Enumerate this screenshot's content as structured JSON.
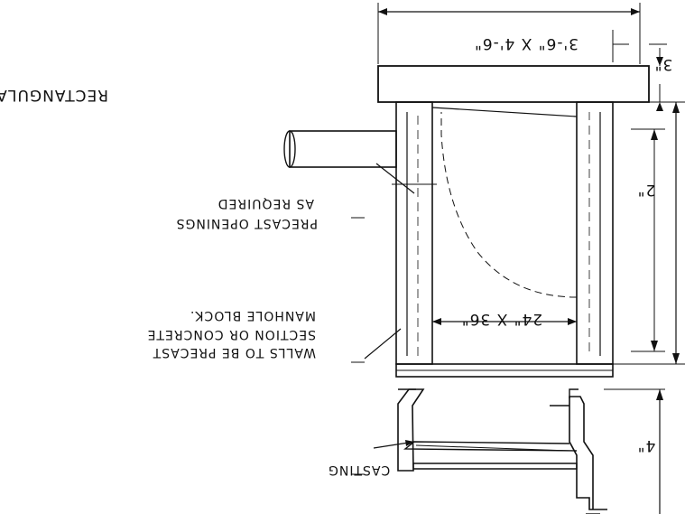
{
  "title": "RECTANGULAR",
  "dimensions": {
    "top_width": "3'-6\" X 4'-6\"",
    "slab": "3\"",
    "wall_height": "2\"",
    "inner_opening": "24\" X 36\"",
    "bottom": "4\""
  },
  "labels": {
    "openings_line1": "PRECAST OPENINGS",
    "openings_line2": "AS REQUIRED",
    "walls_line1": "WALLS TO BE PRECAST",
    "walls_line2": "SECTION OR CONCRETE",
    "walls_line3": "MANHOLE BLOCK.",
    "casting": "CASTING"
  },
  "colors": {
    "ink": "#111111",
    "paper": "#ffffff"
  }
}
